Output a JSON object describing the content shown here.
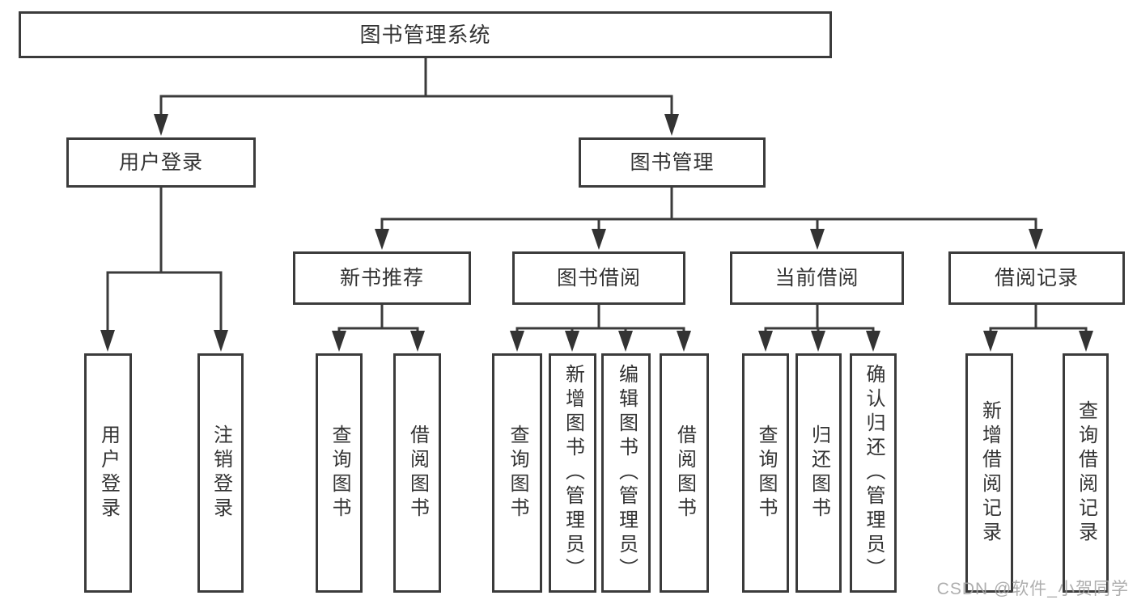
{
  "diagram": {
    "title": "图书管理系统",
    "nodes": {
      "root": "图书管理系统",
      "user_login": "用户登录",
      "book_mgmt": "图书管理",
      "new_book": "新书推荐",
      "book_borrow": "图书借阅",
      "current_borrow": "当前借阅",
      "borrow_record": "借阅记录",
      "ul_login": "用户登录",
      "ul_logout": "注销登录",
      "nb_query": "查询图书",
      "nb_borrow": "借阅图书",
      "bb_query": "查询图书",
      "bb_add": "新增图书（管理员）",
      "bb_edit": "编辑图书（管理员）",
      "bb_borrow": "借阅图书",
      "cb_query": "查询图书",
      "cb_return": "归还图书",
      "cb_confirm": "确认归还（管理员）",
      "br_add": "新增借阅记录",
      "br_query": "查询借阅记录"
    },
    "hierarchy": {
      "label": "图书管理系统",
      "children": [
        {
          "label": "用户登录",
          "children": [
            {
              "label": "用户登录"
            },
            {
              "label": "注销登录"
            }
          ]
        },
        {
          "label": "图书管理",
          "children": [
            {
              "label": "新书推荐",
              "children": [
                {
                  "label": "查询图书"
                },
                {
                  "label": "借阅图书"
                }
              ]
            },
            {
              "label": "图书借阅",
              "children": [
                {
                  "label": "查询图书"
                },
                {
                  "label": "新增图书（管理员）"
                },
                {
                  "label": "编辑图书（管理员）"
                },
                {
                  "label": "借阅图书"
                }
              ]
            },
            {
              "label": "当前借阅",
              "children": [
                {
                  "label": "查询图书"
                },
                {
                  "label": "归还图书"
                },
                {
                  "label": "确认归还（管理员）"
                }
              ]
            },
            {
              "label": "借阅记录",
              "children": [
                {
                  "label": "新增借阅记录"
                },
                {
                  "label": "查询借阅记录"
                }
              ]
            }
          ]
        }
      ]
    }
  },
  "watermark": "CSDN @软件_小贺同学",
  "colors": {
    "line": "#3b3b3b",
    "text": "#333333",
    "background": "#ffffff",
    "watermark": "#a3a3a3"
  }
}
